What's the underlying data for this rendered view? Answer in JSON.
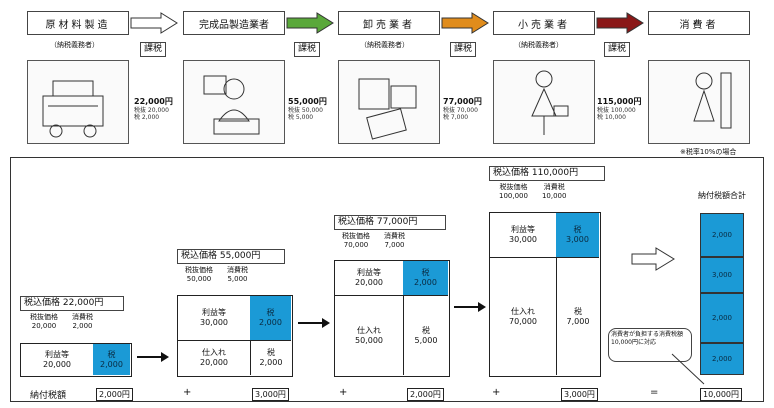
{
  "flow": {
    "stages": [
      {
        "label": "原材料製造",
        "sub": "（納税義務者）"
      },
      {
        "label": "完成品製造業者",
        "sub": ""
      },
      {
        "label": "卸売業者",
        "sub": "（納税義務者）"
      },
      {
        "label": "小売業者",
        "sub": "（納税義務者）"
      },
      {
        "label": "消費者",
        "sub": ""
      }
    ],
    "tax_tag": "課税",
    "arrow_colors": [
      "#ffffff",
      "#5aa83a",
      "#e08c1c",
      "#8a1717"
    ],
    "prices": [
      {
        "value": "22,000円",
        "note1": "税抜 20,000",
        "note2": "税 2,000"
      },
      {
        "value": "55,000円",
        "note1": "税抜 50,000",
        "note2": "税 5,000"
      },
      {
        "value": "77,000円",
        "note1": "税抜 70,000",
        "note2": "税 7,000"
      },
      {
        "value": "115,000円",
        "note1": "税抜 100,000",
        "note2": "税 10,000"
      }
    ],
    "footnote": "※税率10%の場合"
  },
  "columns": [
    {
      "incl_label": "税込価格",
      "incl_value": "22,000円",
      "excl_label": "税抜価格",
      "excl_value": "20,000",
      "ctax_label": "消費税",
      "ctax_value": "2,000",
      "profit_label": "利益等",
      "profit_value": "20,000",
      "tax_label": "税",
      "tax_value": "2,000"
    },
    {
      "incl_label": "税込価格",
      "incl_value": "55,000円",
      "excl_label": "税抜価格",
      "excl_value": "50,000",
      "ctax_label": "消費税",
      "ctax_value": "5,000",
      "profit_label": "利益等",
      "profit_value": "30,000",
      "tax_label": "税",
      "tax_value": "2,000",
      "purchase_label": "仕入れ",
      "purchase_value": "20,000",
      "ptax_label": "税",
      "ptax_value": "2,000"
    },
    {
      "incl_label": "税込価格",
      "incl_value": "77,000円",
      "excl_label": "税抜価格",
      "excl_value": "70,000",
      "ctax_label": "消費税",
      "ctax_value": "7,000",
      "profit_label": "利益等",
      "profit_value": "20,000",
      "tax_label": "税",
      "tax_value": "2,000",
      "purchase_label": "仕入れ",
      "purchase_value": "50,000",
      "ptax_label": "税",
      "ptax_value": "5,000"
    },
    {
      "incl_label": "税込価格",
      "incl_value": "110,000円",
      "excl_label": "税抜価格",
      "excl_value": "100,000",
      "ctax_label": "消費税",
      "ctax_value": "10,000",
      "profit_label": "利益等",
      "profit_value": "30,000",
      "tax_label": "税",
      "tax_value": "3,000",
      "purchase_label": "仕入れ",
      "purchase_value": "70,000",
      "ptax_label": "税",
      "ptax_value": "7,000"
    }
  ],
  "total": {
    "title": "納付税額合計",
    "stack": [
      "2,000",
      "3,000",
      "2,000",
      "2,000"
    ],
    "value": "10,000円",
    "callout": "消費者が負担する消費税額10,000円に対応"
  },
  "bottom": {
    "label": "納付税額",
    "values": [
      "2,000円",
      "3,000円",
      "2,000円",
      "3,000円"
    ],
    "plus": "+",
    "equals": "="
  }
}
